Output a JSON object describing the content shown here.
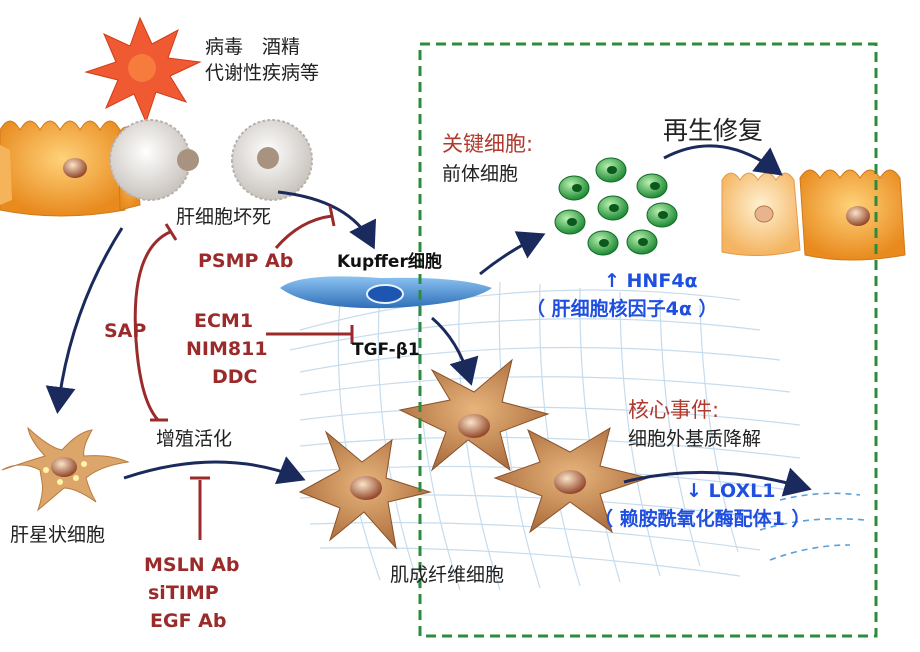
{
  "causes": {
    "line1": "病毒　酒精",
    "line2": "代谢性疾病等"
  },
  "hepatocyte_necrosis": "肝细胞坏死",
  "psmp_ab": "PSMP Ab",
  "kupffer": "Kupffer细胞",
  "sap": "SAP",
  "inhibitors_tgf": {
    "ecm1": "ECM1",
    "nim811": "NIM811",
    "ddc": "DDC"
  },
  "tgf": "TGF-β1",
  "proliferation_activation": "增殖活化",
  "hepatic_stellate": "肝星状细胞",
  "inhibitors_bottom": {
    "msln": "MSLN Ab",
    "sitimp": "siTIMP",
    "egf": "EGF Ab"
  },
  "myofibroblast": "肌成纤维细胞",
  "key_cell": {
    "title": "关键细胞:",
    "subtitle": "前体细胞"
  },
  "regeneration": "再生修复",
  "hnf": {
    "marker": "↑ HNF4α",
    "full": "（ 肝细胞核因子4α ）"
  },
  "core_event": {
    "title": "核心事件:",
    "subtitle": "细胞外基质降解"
  },
  "loxl": {
    "marker": "↓ LOXL1",
    "full": "（ 赖胺酰氧化酶配体1 ）"
  },
  "colors": {
    "inhibit": "#9b2b2b",
    "arrow": "#1b2a5c",
    "highlight_text": "#1f4fe0",
    "dashed_box": "#2e8b3e",
    "hepatocyte": "#f0a23a",
    "progenitor": "#3aa84a",
    "kupffer_cell": "#4a8fd4",
    "fibroblast": "#c98a4a"
  }
}
